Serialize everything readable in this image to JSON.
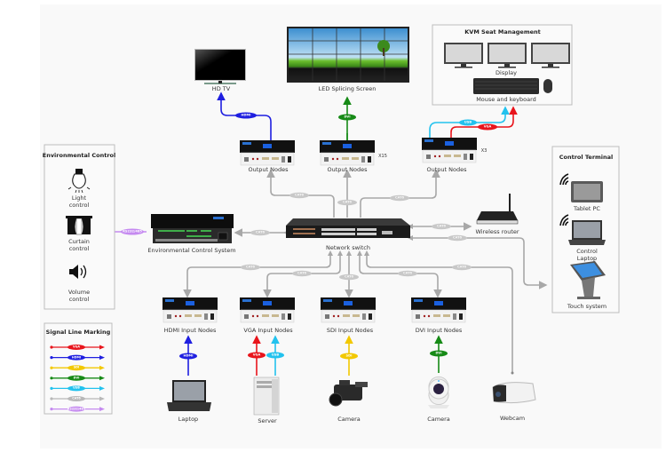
{
  "devices": {
    "hd_tv": "HD TV",
    "led_screen": "LED Splicing Screen",
    "output_nodes_1": "Output Nodes",
    "output_nodes_2": "Output Nodes",
    "output_nodes_3": "Output Nodes",
    "output_nodes_2_count": "X15",
    "output_nodes_3_count": "X3",
    "network_switch": "Network switch",
    "env_control_system": "Environmental Control System",
    "wireless_router": "Wireless router",
    "hdmi_input_nodes": "HDMI Input Nodes",
    "vga_input_nodes": "VGA Input Nodes",
    "sdi_input_nodes": "SDI Input Nodes",
    "dvi_input_nodes": "DVI Input Nodes",
    "laptop": "Laptop",
    "server": "Server",
    "camera_1": "Camera",
    "camera_2": "Camera",
    "webcam": "Webcam"
  },
  "kvm": {
    "title": "KVM Seat Management",
    "display": "Display",
    "mouse_keyboard": "Mouse and keyboard"
  },
  "env_control": {
    "title": "Environmental Control",
    "items": [
      {
        "label": "Light control",
        "icon": "lightbulb-icon"
      },
      {
        "label": "Curtain control",
        "icon": "curtain-icon"
      },
      {
        "label": "Volume control",
        "icon": "speaker-icon"
      }
    ]
  },
  "control_terminal": {
    "title": "Control Terminal",
    "items": [
      {
        "label": "Tablet PC",
        "icon": "tablet-icon"
      },
      {
        "label": "Control Laptop",
        "icon": "laptop-icon"
      },
      {
        "label": "Touch system",
        "icon": "kiosk-icon"
      }
    ]
  },
  "legend": {
    "title": "Signal Line Marking",
    "items": [
      {
        "label": "VGA",
        "color": "#e8141b"
      },
      {
        "label": "HDMI",
        "color": "#1f1fe0"
      },
      {
        "label": "SDI",
        "color": "#f2c800"
      },
      {
        "label": "DVI",
        "color": "#168a16"
      },
      {
        "label": "USB",
        "color": "#22c2ee"
      },
      {
        "label": "CAT6",
        "color": "#b8b8b8"
      },
      {
        "label": "RS232/485",
        "color": "#c58af0"
      }
    ]
  },
  "signals": {
    "hdmi": "HDMI",
    "dvi": "DVI",
    "usb": "USB",
    "vga": "VGA",
    "sdi": "SDI",
    "cat6": "CAT6",
    "rs": "RS232/485"
  }
}
